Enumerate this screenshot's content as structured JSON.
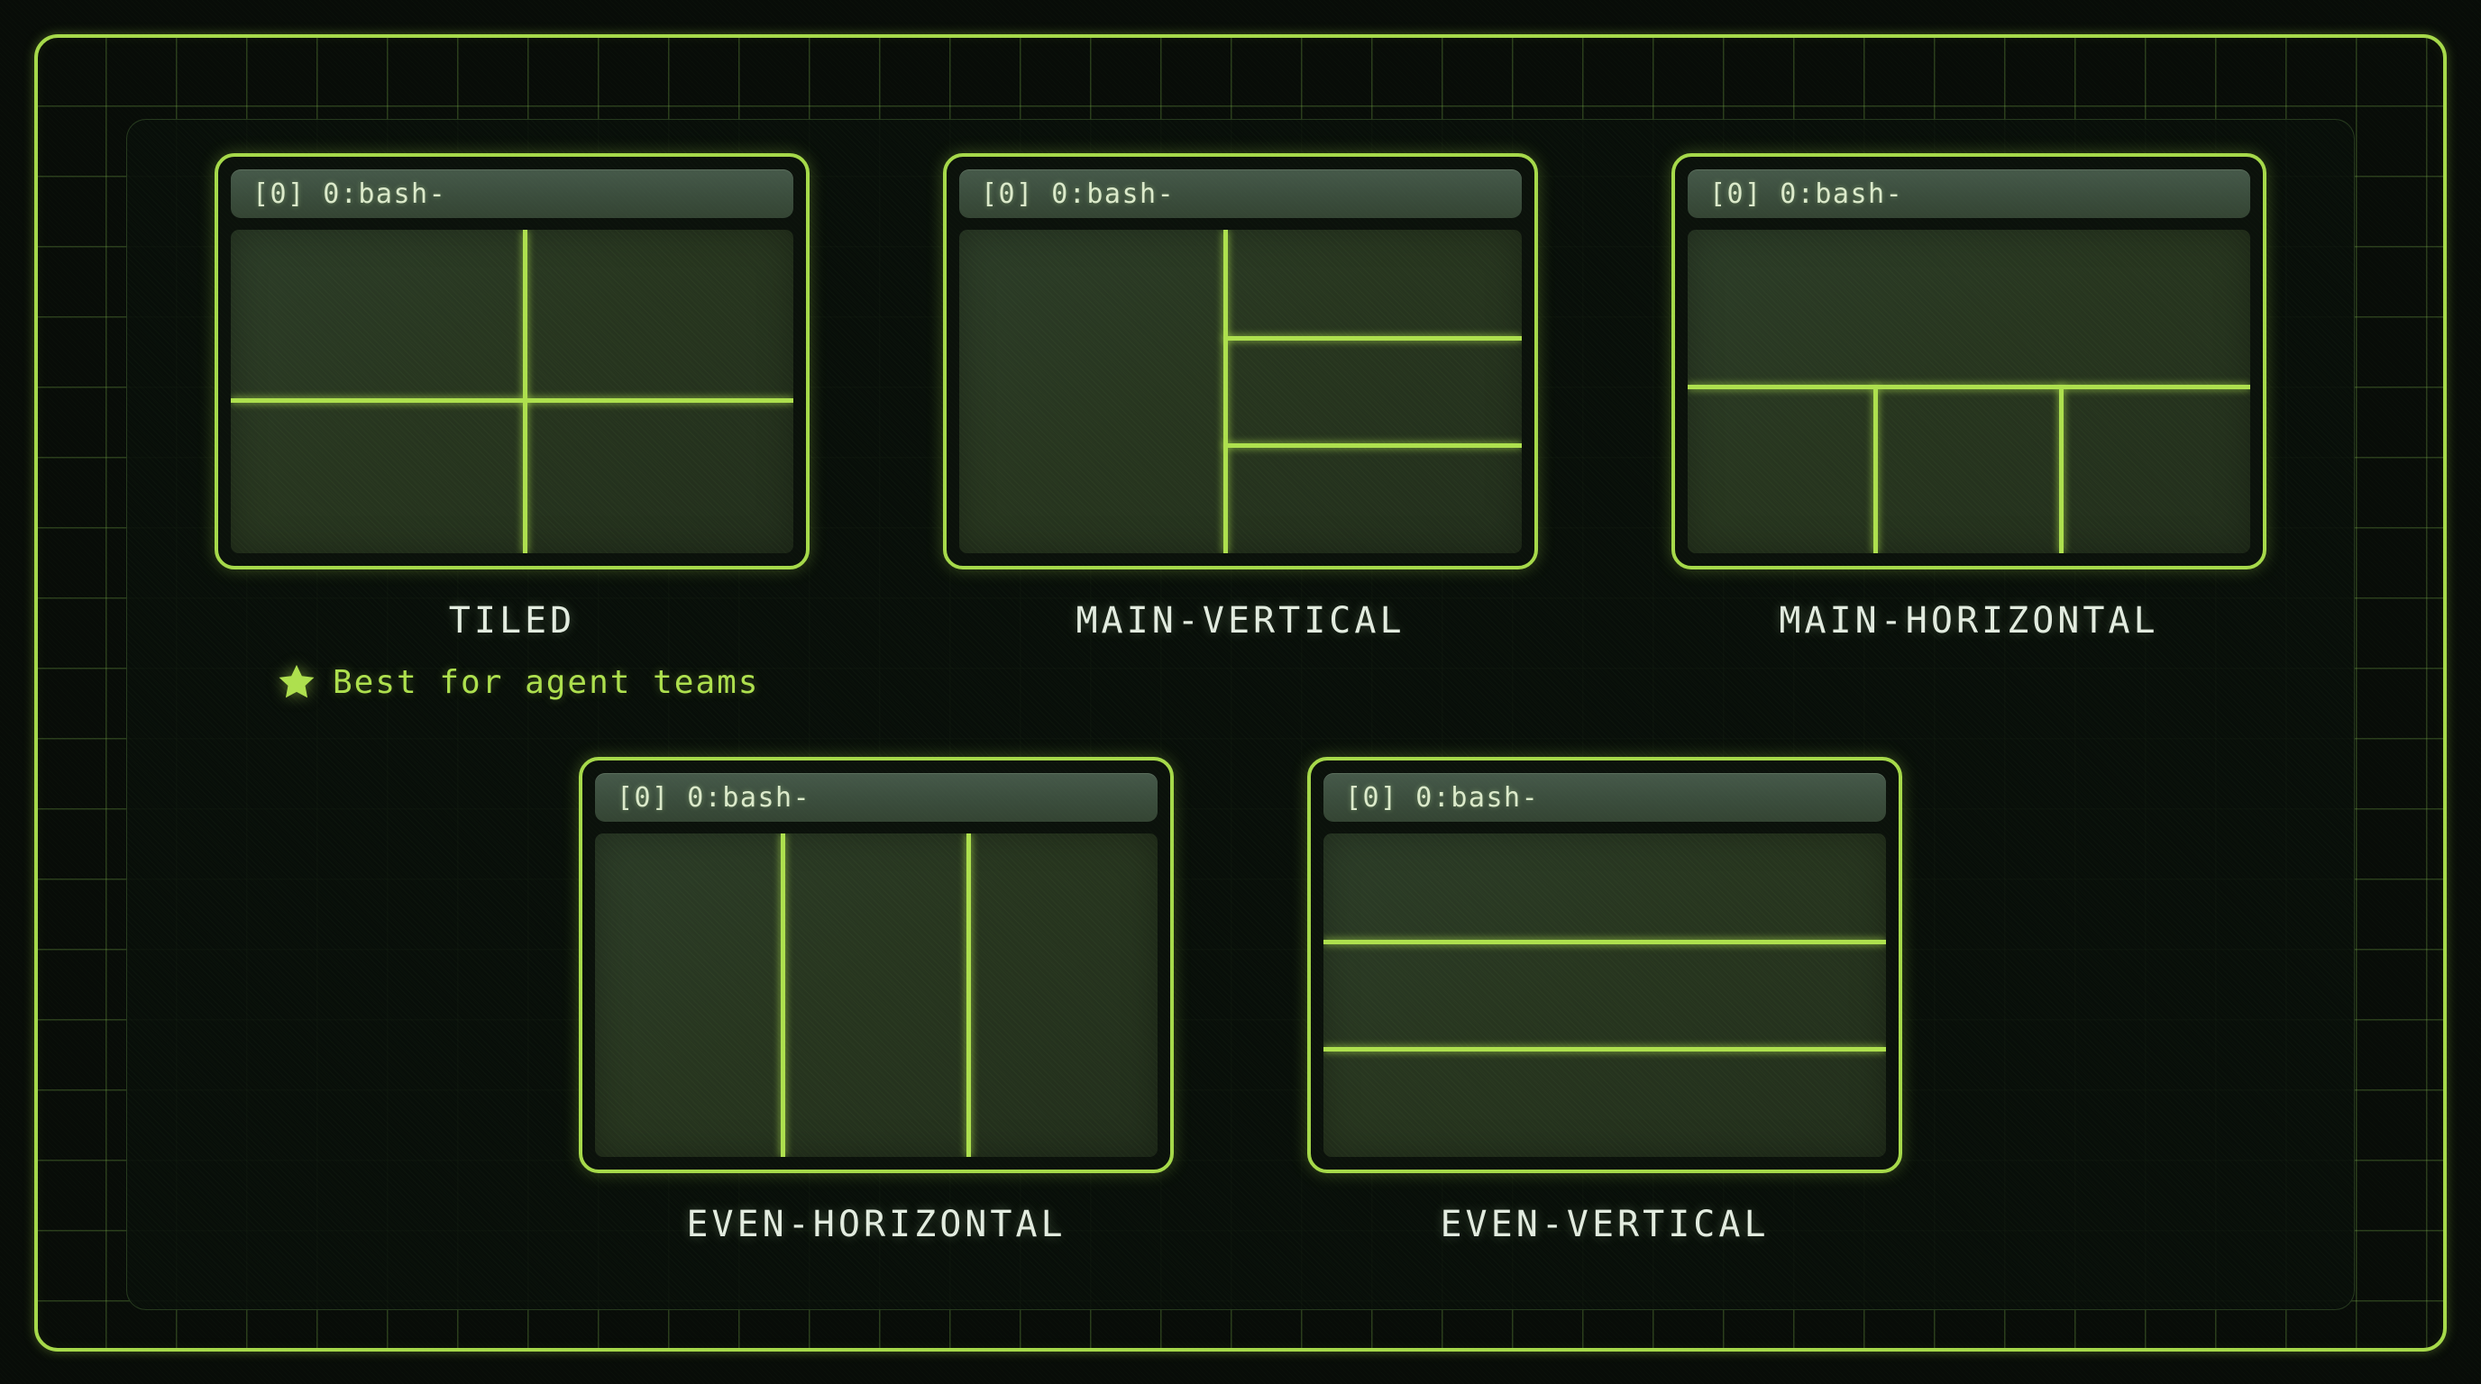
{
  "theme": {
    "accent_green": "#aee04e",
    "frame_green": "#a6d94a",
    "pane_fill": "#27351f",
    "titlebar_fill": "#3b4d3d",
    "background": "#080c08",
    "caption_color": "#e3ece0"
  },
  "layouts": [
    {
      "id": "tiled",
      "caption": "TILED",
      "titlebar": "[0] 0:bash-",
      "splits": [
        {
          "orient": "v",
          "pos_pct": 52
        },
        {
          "orient": "h",
          "pos_pct": 52
        }
      ]
    },
    {
      "id": "main-vertical",
      "caption": "MAIN-VERTICAL",
      "titlebar": "[0] 0:bash-",
      "splits": [
        {
          "orient": "v",
          "pos_pct": 47
        },
        {
          "orient": "h",
          "pos_pct": 33,
          "from_pct": 47
        },
        {
          "orient": "h",
          "pos_pct": 66,
          "from_pct": 47
        }
      ]
    },
    {
      "id": "main-horizontal",
      "caption": "MAIN-HORIZONTAL",
      "titlebar": "[0] 0:bash-",
      "splits": [
        {
          "orient": "h",
          "pos_pct": 48
        },
        {
          "orient": "v",
          "pos_pct": 33,
          "from_pct": 48
        },
        {
          "orient": "v",
          "pos_pct": 66,
          "from_pct": 48
        }
      ]
    },
    {
      "id": "even-horizontal",
      "caption": "EVEN-HORIZONTAL",
      "titlebar": "[0] 0:bash-",
      "splits": [
        {
          "orient": "v",
          "pos_pct": 33
        },
        {
          "orient": "v",
          "pos_pct": 66
        }
      ]
    },
    {
      "id": "even-vertical",
      "caption": "EVEN-VERTICAL",
      "titlebar": "[0] 0:bash-",
      "splits": [
        {
          "orient": "h",
          "pos_pct": 33
        },
        {
          "orient": "h",
          "pos_pct": 66
        }
      ]
    }
  ],
  "note": {
    "icon": "star-icon",
    "text": "Best for agent teams"
  }
}
